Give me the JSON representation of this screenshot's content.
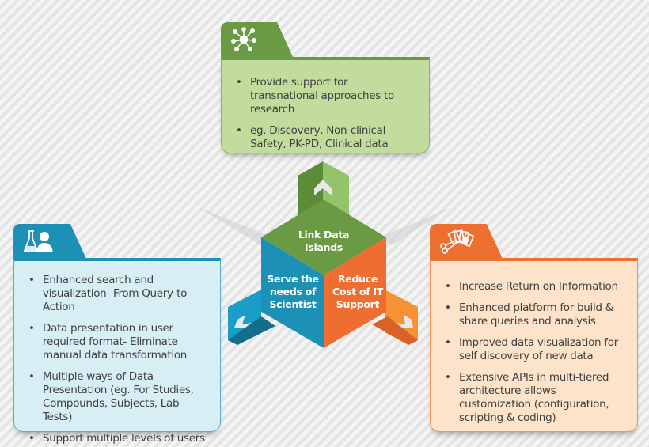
{
  "colors": {
    "green": "#6a9a44",
    "green_light": "#c2dc9d",
    "blue": "#1d90b5",
    "blue_light": "#d7eef5",
    "orange": "#ee7031",
    "orange_light": "#fde3c9"
  },
  "center": {
    "top_label": "Link Data Islands",
    "left_label": "Serve the needs of Scientist",
    "right_label": "Reduce Cost of IT Support"
  },
  "panels": {
    "top": {
      "icon": "network-nodes-icon",
      "bullets": [
        "Provide support for transnational approaches to research",
        "eg. Discovery, Non-clinical Safety, PK-PD, Clinical data"
      ]
    },
    "left": {
      "icon": "scientist-flask-icon",
      "bullets": [
        "Enhanced search and visualization- From Query-to-Action",
        "Data presentation in user required format- Eliminate manual data transformation",
        "Multiple ways of Data Presentation (eg. For Studies, Compounds, Subjects, Lab Tests)",
        "Support multiple levels of users"
      ]
    },
    "right": {
      "icon": "cards-scissors-icon",
      "bullets": [
        "Increase Return on Information",
        "Enhanced platform for build & share queries and analysis",
        "Improved data visualization for self discovery of new data",
        "Extensive APIs in multi-tiered architecture allows customization (configuration, scripting & coding)"
      ]
    }
  }
}
